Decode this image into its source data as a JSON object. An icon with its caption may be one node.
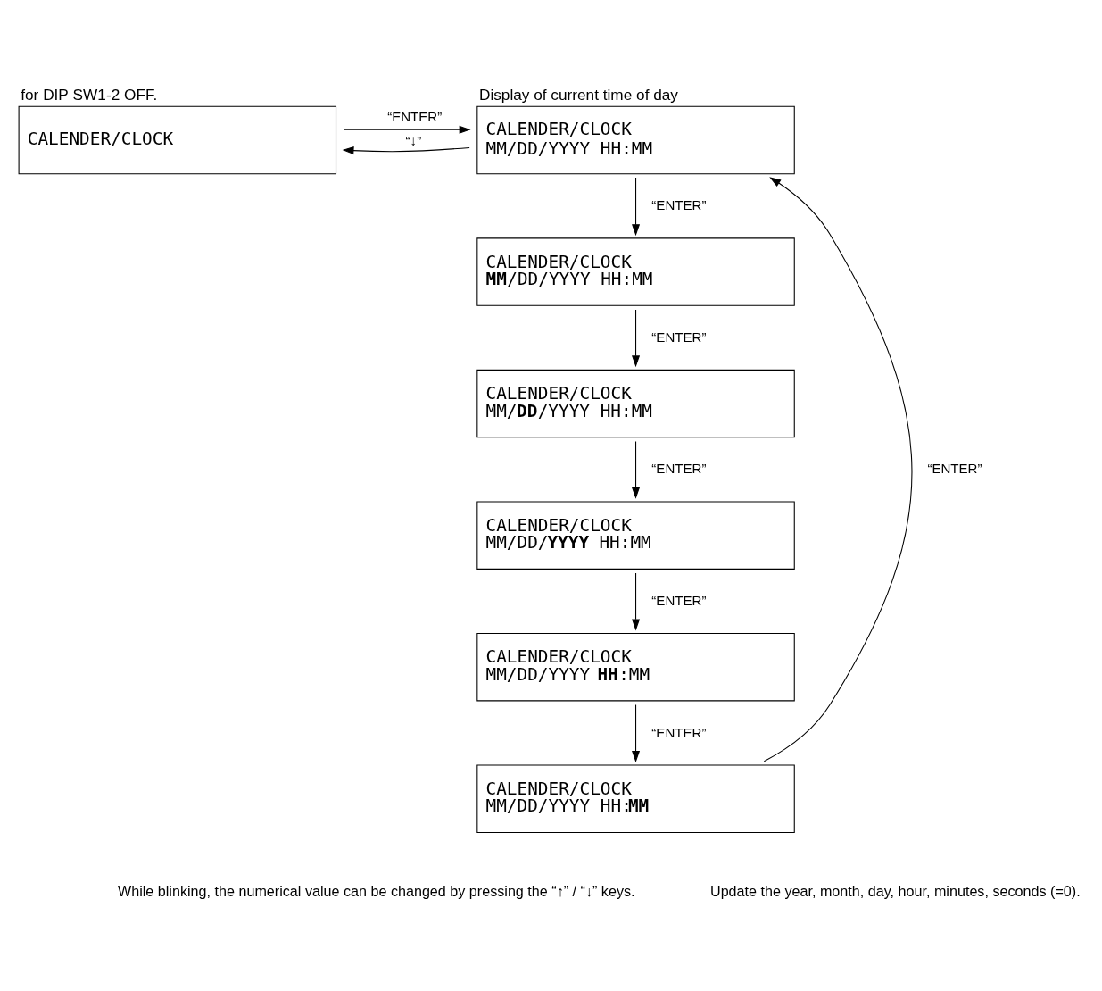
{
  "diagram": {
    "nodes": [
      {
        "text": [
          "CALENDER/CLOCK"
        ],
        "beside": [
          "for DIP SW1-2 OFF."
        ]
      },
      {
        "text": [
          "CALENDER/CLOCK",
          "MM/DD/YYYY HH:MM"
        ],
        "beside": [
          "Display of current time of day"
        ]
      },
      {
        "text": [
          "CALENDER/CLOCK",
          "**MM**/DD/YYYY HH:MM"
        ]
      },
      {
        "text": [
          "CALENDER/CLOCK",
          "MM/**DD**/YYYY HH:MM"
        ]
      },
      {
        "text": [
          "CALENDER/CLOCK",
          "MM/DD/**YYYY** HH:MM"
        ]
      },
      {
        "text": [
          "CALENDER/CLOCK",
          "MM/DD/YYYY **HH**:MM"
        ]
      },
      {
        "text": [
          "CALENDER/CLOCK",
          "MM/DD/YYYY HH:**MM**"
        ]
      }
    ],
    "edges": [
      {
        "from": 0,
        "to": 1,
        "arrow": "to",
        "label": "“ENTER”"
      },
      {
        "from": 1,
        "to": 0,
        "arrow": "to",
        "label": "“↓”"
      },
      {
        "from": 1,
        "to": 2,
        "arrow": "to",
        "label": "“ENTER”"
      },
      {
        "from": 2,
        "to": 3,
        "arrow": "to",
        "label": "“ENTER”"
      },
      {
        "from": 3,
        "to": 4,
        "arrow": "to",
        "label": "“ENTER”"
      },
      {
        "from": 4,
        "to": 5,
        "arrow": "to",
        "label": "“ENTER”"
      },
      {
        "from": 5,
        "to": 6,
        "arrow": "to",
        "label": "“ENTER”"
      },
      {
        "from": 6,
        "to": 1,
        "arrow": "to",
        "label": "“ENTER”"
      }
    ],
    "labels": [
      "While blinking, the numerical value can be changed by pressing the “↑” / “↓” keys.",
      "Update the year, month, day, hour, minutes, seconds (=0)."
    ]
  }
}
